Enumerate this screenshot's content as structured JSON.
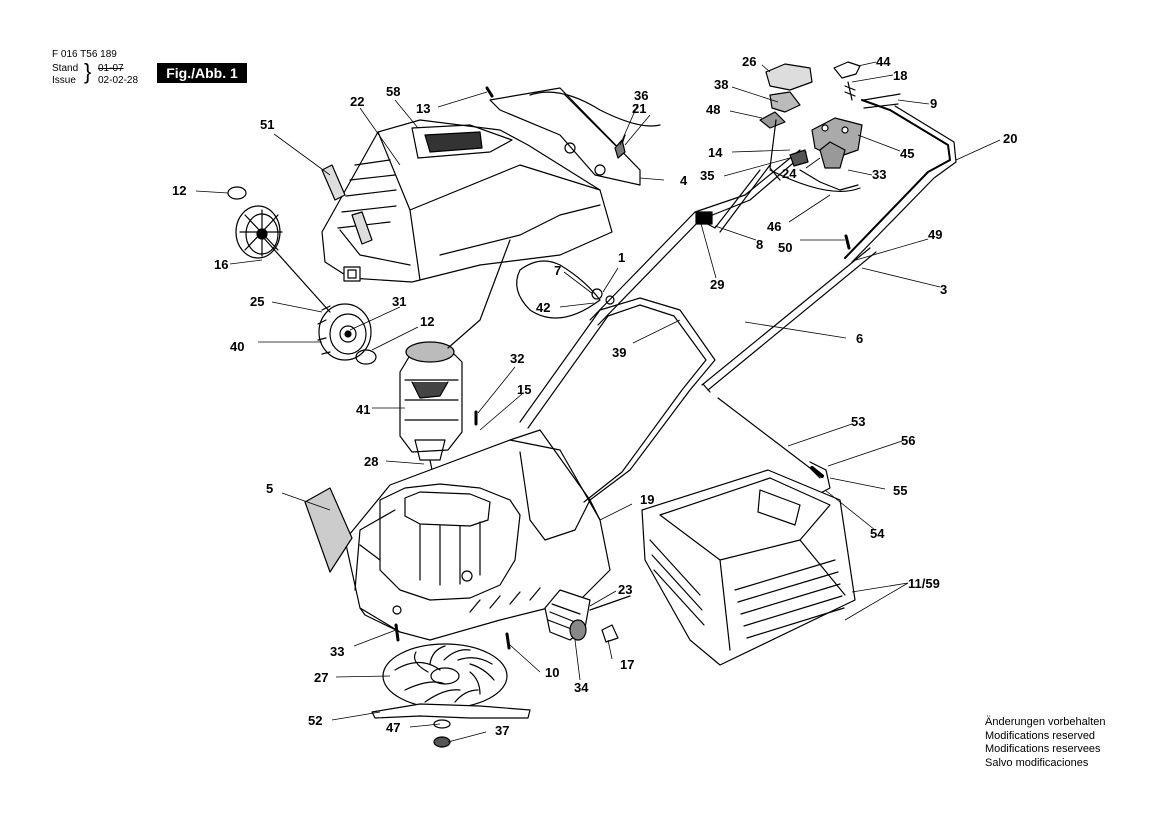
{
  "header": {
    "doc_number": "F 016 T56 189",
    "stand_label": "Stand",
    "issue_label": "Issue",
    "old_date": "01-07",
    "new_date": "02-02-28",
    "figure_label": "Fig./Abb. 1"
  },
  "notes": [
    "Änderungen vorbehalten",
    "Modifications reserved",
    "Modifications reservees",
    "Salvo modificaciones"
  ],
  "part_labels": [
    "1",
    "3",
    "4",
    "5",
    "6",
    "7",
    "8",
    "9",
    "10",
    "11/59",
    "12",
    "12",
    "13",
    "14",
    "15",
    "16",
    "17",
    "18",
    "19",
    "20",
    "21",
    "22",
    "23",
    "24",
    "25",
    "26",
    "27",
    "28",
    "29",
    "31",
    "32",
    "33",
    "33",
    "34",
    "35",
    "36",
    "37",
    "38",
    "39",
    "40",
    "41",
    "42",
    "44",
    "45",
    "46",
    "47",
    "48",
    "49",
    "50",
    "51",
    "52",
    "53",
    "54",
    "55",
    "56",
    "58"
  ]
}
